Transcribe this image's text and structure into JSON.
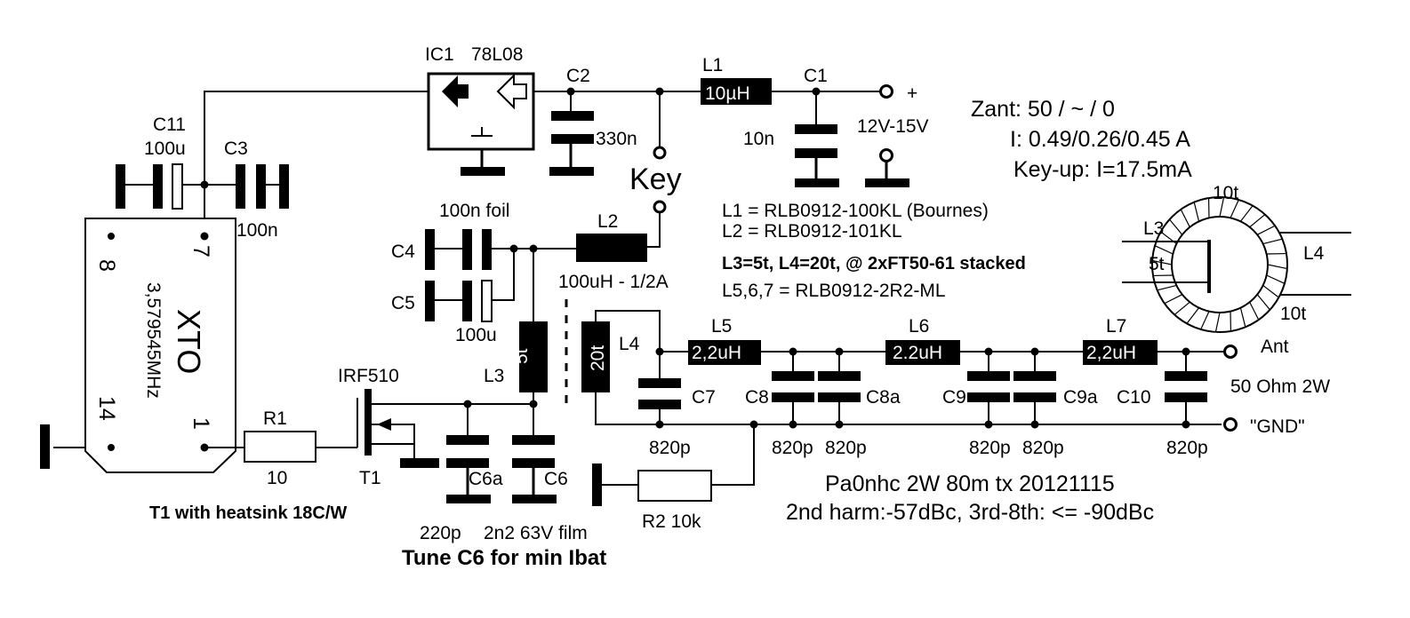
{
  "ic1": {
    "ref": "IC1",
    "part": "78L08"
  },
  "l1": {
    "ref": "L1",
    "value": "10µH"
  },
  "c1": {
    "ref": "C1",
    "value": "10n"
  },
  "c2": {
    "ref": "C2",
    "value": "330n"
  },
  "supply": {
    "plus": "+",
    "voltage": "12V-15V"
  },
  "key": "Key",
  "c11": {
    "ref": "C11",
    "value": "100u"
  },
  "c3": {
    "ref": "C3",
    "value": "100n"
  },
  "xto": {
    "name": "XTO",
    "freq": "3,579545MHz",
    "pin8": "8",
    "pin7": "7",
    "pin14": "14",
    "pin1": "1"
  },
  "c4": {
    "ref": "C4",
    "value": "100n foil"
  },
  "c5": {
    "ref": "C5",
    "value": "100u"
  },
  "l2": {
    "ref": "L2",
    "value": "100uH - 1/2A"
  },
  "l3": {
    "ref": "L3",
    "turns": "5t"
  },
  "l4": {
    "ref": "L4",
    "turns": "20t"
  },
  "t1": {
    "part": "IRF510",
    "ref": "T1",
    "note": "T1 with heatsink 18C/W"
  },
  "r1": {
    "ref": "R1",
    "value": "10"
  },
  "c6a": {
    "ref": "C6a",
    "value": "220p"
  },
  "c6": {
    "ref": "C6",
    "value": "2n2 63V film"
  },
  "tune_note": "Tune C6 for min Ibat",
  "r2": {
    "label": "R2 10k"
  },
  "l5": {
    "ref": "L5",
    "value": "2,2uH"
  },
  "l6": {
    "ref": "L6",
    "value": "2.2uH"
  },
  "l7": {
    "ref": "L7",
    "value": "2,2uH"
  },
  "caps": {
    "c7": "C7",
    "c8": "C8",
    "c8a": "C8a",
    "c9": "C9",
    "c9a": "C9a",
    "c10": "C10",
    "v_c7": "820p",
    "v_c8": "820p",
    "v_c8a": "820p",
    "v_c9": "820p",
    "v_c9a": "820p",
    "v_c10": "820p"
  },
  "ant": "Ant",
  "gnd_label": "\"GND\"",
  "load": "50 Ohm 2W",
  "notes": {
    "l1": "L1 = RLB0912-100KL (Bournes)",
    "l2": "L2 = RLB0912-101KL",
    "l34": "L3=5t, L4=20t, @ 2xFT50-61 stacked",
    "l567": "L5,6,7 = RLB0912-2R2-ML"
  },
  "measurements": {
    "zant": "Zant:  50  /   ~  /   0",
    "current": "I: 0.49/0.26/0.45 A",
    "keyup": "Key-up: I=17.5mA"
  },
  "toroid": {
    "l3": "L3",
    "t5": "5t",
    "l4": "L4",
    "top": "10t",
    "bottom": "10t"
  },
  "title": "Pa0nhc 2W 80m tx 20121115",
  "harmonics": "2nd harm:-57dBc, 3rd-8th: <= -90dBc"
}
